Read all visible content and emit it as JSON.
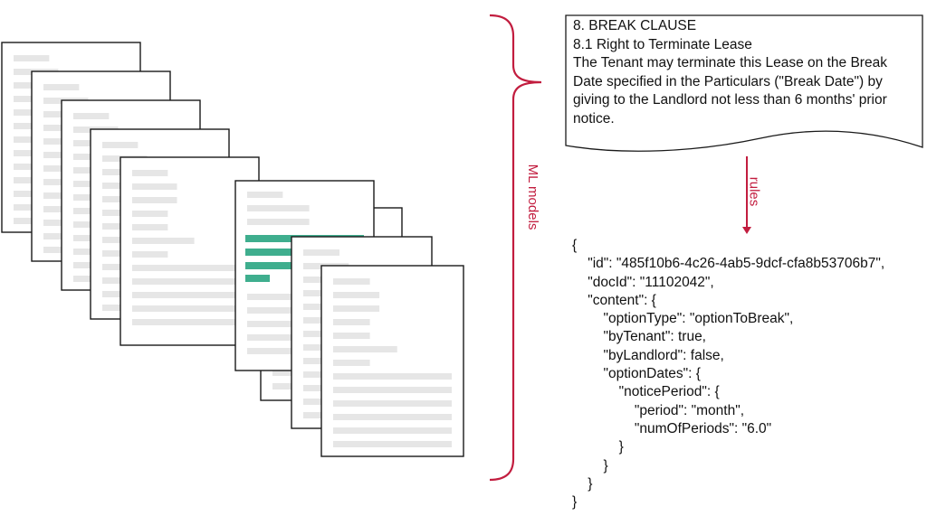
{
  "clause": {
    "lines": [
      "8. BREAK CLAUSE",
      "8.1 Right to Terminate Lease",
      "The Tenant may terminate this Lease on the Break",
      "Date specified in the Particulars (\"Break Date\") by",
      "giving to the Landlord not less than 6 months' prior",
      "notice."
    ]
  },
  "labels": {
    "ml_models": "ML models",
    "rules": "rules"
  },
  "json_output": {
    "lines": [
      "{",
      "    \"id\": \"485f10b6-4c26-4ab5-9dcf-cfa8b53706b7\",",
      "    \"docId\": \"11102042\",",
      "    \"content\": {",
      "        \"optionType\": \"optionToBreak\",",
      "        \"byTenant\": true,",
      "        \"byLandlord\": false,",
      "        \"optionDates\": {",
      "            \"noticePeriod\": {",
      "                \"period\": \"month\",",
      "                \"numOfPeriods\": \"6.0\"",
      "            }",
      "        }",
      "    }",
      "}"
    ]
  },
  "colors": {
    "accent": "#c21d3f",
    "highlight": "#3fae8e",
    "placeholder_line": "#e6e6e6",
    "page_border": "#1a1a1a"
  }
}
